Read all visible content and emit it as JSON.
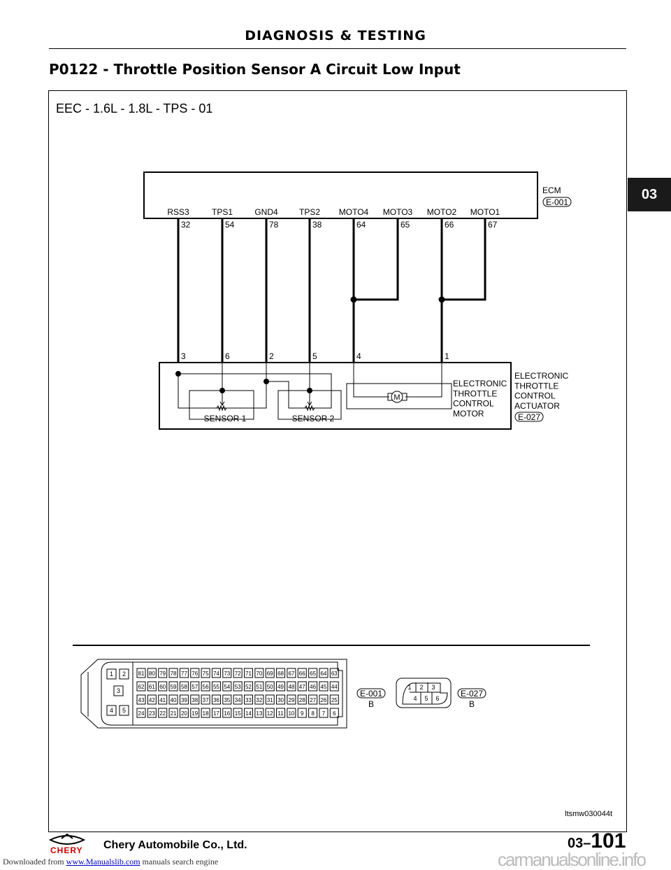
{
  "header": {
    "section": "DIAGNOSIS & TESTING",
    "title": "P0122 - Throttle Position Sensor A Circuit Low Input",
    "tab": "03"
  },
  "diagram": {
    "id": "EEC - 1.6L - 1.8L - TPS - 01",
    "ecm": {
      "label": "ECM",
      "connector": "E-001",
      "pins": [
        {
          "name": "RSS3",
          "num": "32"
        },
        {
          "name": "TPS1",
          "num": "54"
        },
        {
          "name": "GND4",
          "num": "78"
        },
        {
          "name": "TPS2",
          "num": "38"
        },
        {
          "name": "MOTO4",
          "num": "64"
        },
        {
          "name": "MOTO3",
          "num": "65"
        },
        {
          "name": "MOTO2",
          "num": "66"
        },
        {
          "name": "MOTO1",
          "num": "67"
        }
      ]
    },
    "actuator": {
      "label_lines": [
        "ELECTRONIC",
        "THROTTLE",
        "CONTROL",
        "ACTUATOR"
      ],
      "connector": "E-027",
      "pins": [
        "3",
        "6",
        "2",
        "5",
        "4",
        "1"
      ],
      "sensor1": "SENSOR 1",
      "sensor2": "SENSOR 2",
      "motor_lines": [
        "ELECTRONIC",
        "THROTTLE",
        "CONTROL",
        "MOTOR"
      ],
      "motor_symbol": "M"
    },
    "connectors": {
      "e001": {
        "code": "E-001",
        "sub": "B",
        "left_pins": [
          "1",
          "2",
          "3",
          "4",
          "5"
        ],
        "rows": [
          [
            "81",
            "80",
            "79",
            "78",
            "77",
            "76",
            "75",
            "74",
            "73",
            "72",
            "71",
            "70",
            "69",
            "68",
            "67",
            "66",
            "65",
            "64",
            "63"
          ],
          [
            "62",
            "61",
            "60",
            "59",
            "58",
            "57",
            "56",
            "55",
            "54",
            "53",
            "52",
            "51",
            "50",
            "49",
            "48",
            "47",
            "46",
            "45",
            "44"
          ],
          [
            "43",
            "42",
            "41",
            "40",
            "39",
            "38",
            "37",
            "36",
            "35",
            "34",
            "33",
            "32",
            "31",
            "30",
            "29",
            "28",
            "27",
            "26",
            "25"
          ],
          [
            "24",
            "23",
            "22",
            "21",
            "20",
            "19",
            "18",
            "17",
            "16",
            "15",
            "14",
            "13",
            "12",
            "11",
            "10",
            "9",
            "8",
            "7",
            "6"
          ]
        ]
      },
      "e027": {
        "code": "E-027",
        "sub": "B",
        "pins": [
          "1",
          "2",
          "3",
          "4",
          "5",
          "6"
        ]
      }
    },
    "figure_id": "ltsmw030044t"
  },
  "footer": {
    "company": "Chery Automobile Co., Ltd.",
    "logo_text": "CHERY",
    "page_prefix": "03–",
    "page": "101",
    "download_prefix": "Downloaded from",
    "download_link": "www.Manualslib.com",
    "download_suffix": "manuals search engine",
    "watermark": "carmanualsonline.info"
  }
}
